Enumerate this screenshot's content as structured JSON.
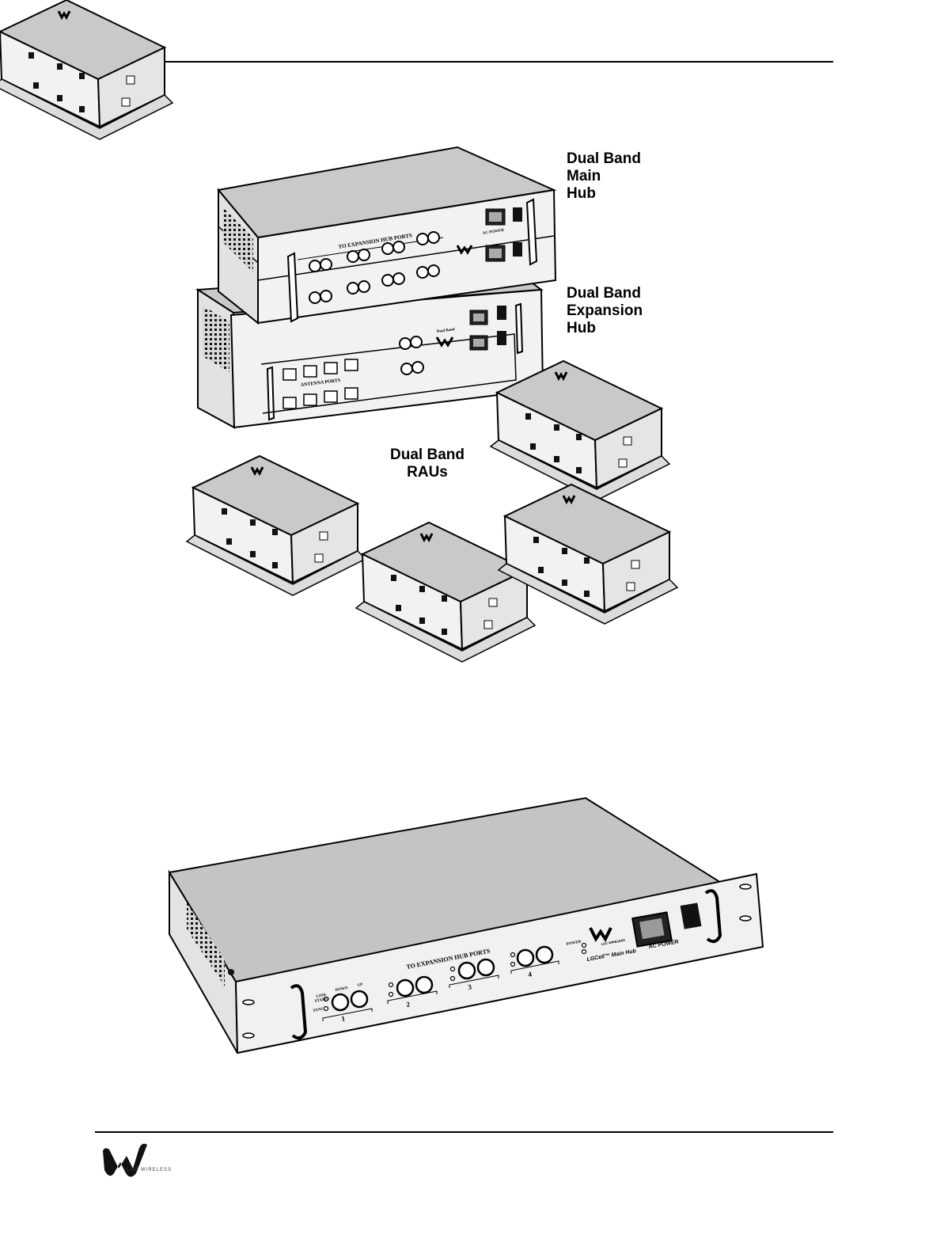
{
  "figure1": {
    "labels": {
      "main_hub": "Dual Band\nMain\nHub",
      "expansion_hub": "Dual Band\nExpansion\nHub",
      "raus": "Dual Band\nRAUs"
    },
    "main_hub_panel": {
      "header": "TO EXPANSION HUB PORTS",
      "ac_power": "AC POWER"
    },
    "expansion_hub_panel": {
      "header": "ANTENNA PORTS",
      "brand": "Dual Band"
    }
  },
  "figure2": {
    "header": "TO EXPANSION HUB PORTS",
    "brand": "LGC WIRELESS",
    "ac_power": "AC POWER",
    "product": "LGCell™ Main Hub",
    "port_labels": [
      "1",
      "2",
      "3",
      "4"
    ],
    "down": "DOWN",
    "up": "UP",
    "link": "LINK",
    "status": "STATUS",
    "sync": "SYNC",
    "power": "POWER"
  },
  "footer": {
    "brand": "LGC WIRELESS"
  }
}
